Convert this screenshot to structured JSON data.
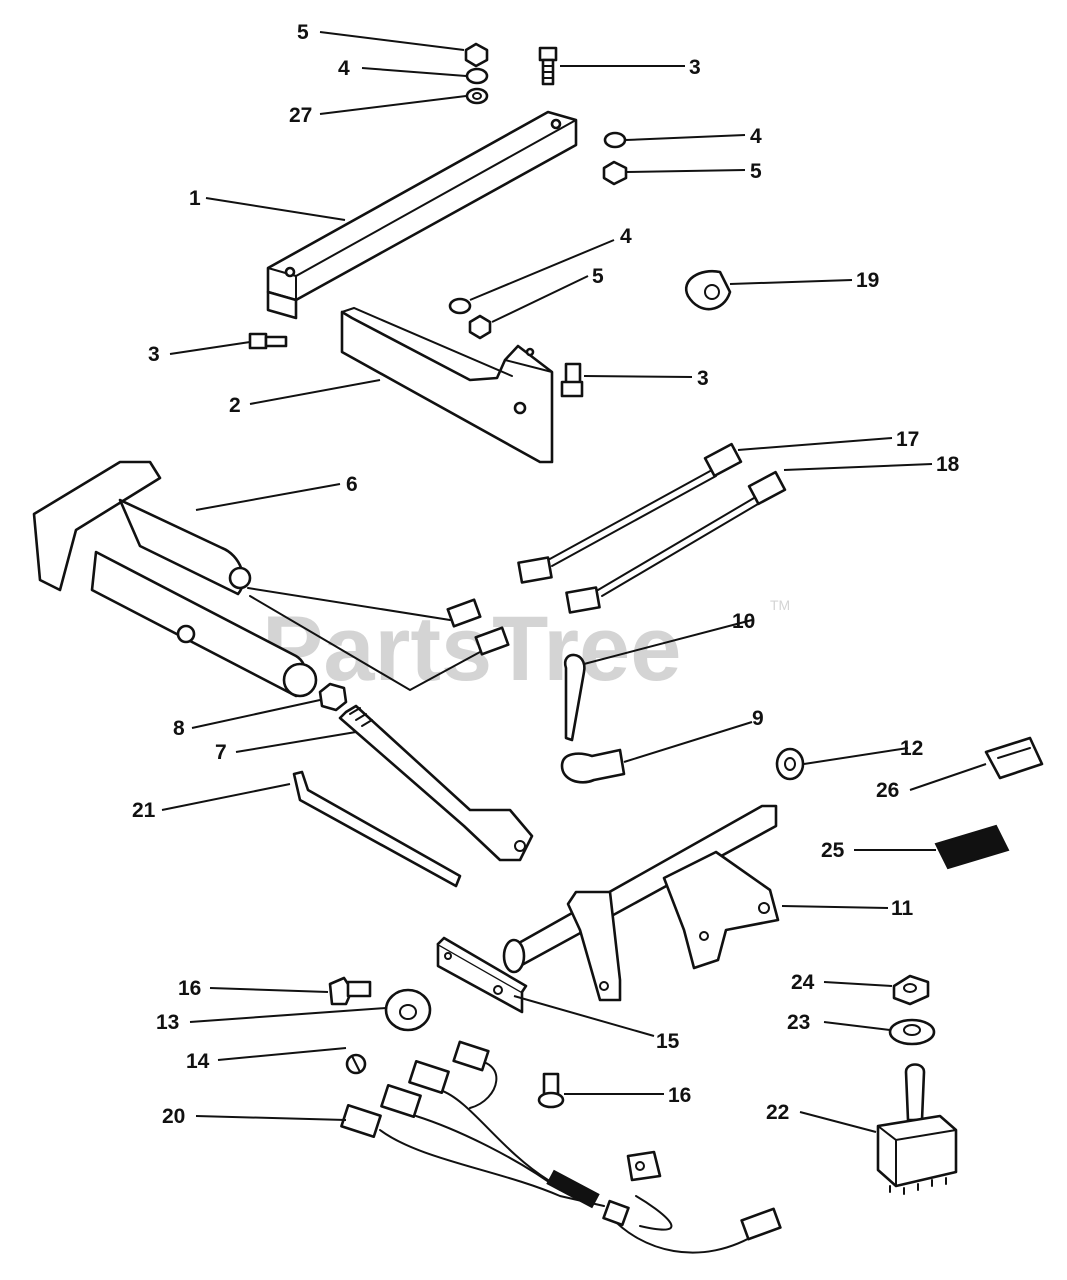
{
  "watermark": {
    "text": "PartsTree",
    "trademark": "TM"
  },
  "callouts": [
    "5",
    "4",
    "27",
    "3",
    "4",
    "5",
    "1",
    "4",
    "5",
    "19",
    "3",
    "3",
    "2",
    "17",
    "18",
    "6",
    "10",
    "8",
    "7",
    "9",
    "12",
    "26",
    "21",
    "25",
    "11",
    "24",
    "16",
    "23",
    "13",
    "15",
    "14",
    "16",
    "20",
    "22"
  ]
}
